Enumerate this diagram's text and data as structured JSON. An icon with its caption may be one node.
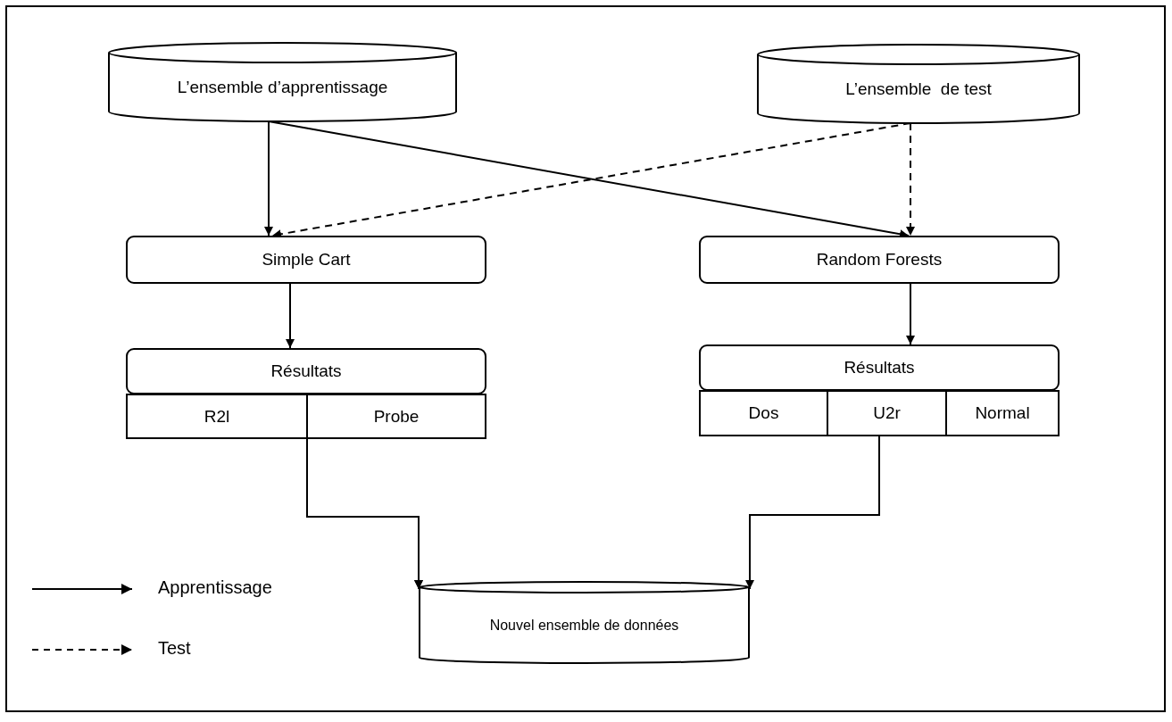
{
  "diagram": {
    "nodes": [
      {
        "text": [
          "L’ensemble d’apprentissage"
        ]
      },
      {
        "text": [
          "L’ensemble  de test"
        ]
      },
      {
        "text": [
          "Simple Cart"
        ]
      },
      {
        "text": [
          "Random Forests"
        ]
      },
      {
        "text": [
          "Résultats"
        ]
      },
      {
        "text": [
          "R2l"
        ]
      },
      {
        "text": [
          "Probe"
        ]
      },
      {
        "text": [
          "Résultats"
        ]
      },
      {
        "text": [
          "Dos"
        ]
      },
      {
        "text": [
          "U2r"
        ]
      },
      {
        "text": [
          "Normal"
        ]
      },
      {
        "text": [
          "Nouvel ensemble de données"
        ]
      }
    ],
    "edges": [
      {
        "from": 0,
        "to": 2,
        "arrow": "to"
      },
      {
        "from": 0,
        "to": 3,
        "arrow": "to"
      },
      {
        "from": 1,
        "to": 2,
        "arrow": "to",
        "style": "dashed"
      },
      {
        "from": 1,
        "to": 3,
        "arrow": "to",
        "style": "dashed"
      },
      {
        "from": 2,
        "to": 4,
        "arrow": "to"
      },
      {
        "from": 3,
        "to": 7,
        "arrow": "to"
      },
      {
        "from": 5,
        "to": 11,
        "arrow": "to"
      },
      {
        "from": 6,
        "to": 11,
        "arrow": "to"
      },
      {
        "from": 9,
        "to": 11,
        "arrow": "to"
      }
    ],
    "legend": [
      {
        "text": "Apprentissage"
      },
      {
        "text": "Test"
      }
    ]
  }
}
